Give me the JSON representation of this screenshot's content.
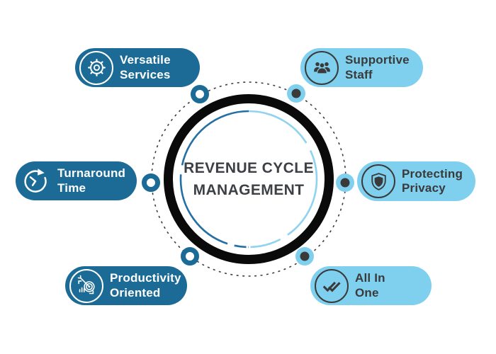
{
  "diagram_title": {
    "line1": "REVENUE CYCLE",
    "line2": "MANAGEMENT"
  },
  "colors": {
    "dark_pill": "#1c6b96",
    "light_pill": "#7fd0ef",
    "ink": "#3a3a3a",
    "black_ring": "#0a0a0a",
    "arc_dark_blue": "#2470a5",
    "arc_light_blue": "#8fd3f0",
    "dashed_circle": "#3d3d3d",
    "title_text": "#3d4045"
  },
  "items": [
    {
      "id": "versatile-services",
      "lines": [
        "Versatile",
        "Services"
      ],
      "icon": "gear-icon",
      "variant": "dark",
      "position": "top-left"
    },
    {
      "id": "supportive-staff",
      "lines": [
        "Supportive",
        "Staff"
      ],
      "icon": "team-icon",
      "variant": "light",
      "position": "top-right"
    },
    {
      "id": "turnaround-time",
      "lines": [
        "Turnaround",
        "Time"
      ],
      "icon": "clock-arrow-icon",
      "variant": "dark",
      "position": "middle-left"
    },
    {
      "id": "protecting-privacy",
      "lines": [
        "Protecting",
        "Privacy"
      ],
      "icon": "shield-icon",
      "variant": "light",
      "position": "middle-right"
    },
    {
      "id": "productivity-oriented",
      "lines": [
        "Productivity",
        "Oriented"
      ],
      "icon": "target-icon",
      "variant": "dark",
      "position": "bottom-left"
    },
    {
      "id": "all-in-one",
      "lines": [
        "All In",
        "One"
      ],
      "icon": "double-check-icon",
      "variant": "light",
      "position": "bottom-right"
    }
  ]
}
